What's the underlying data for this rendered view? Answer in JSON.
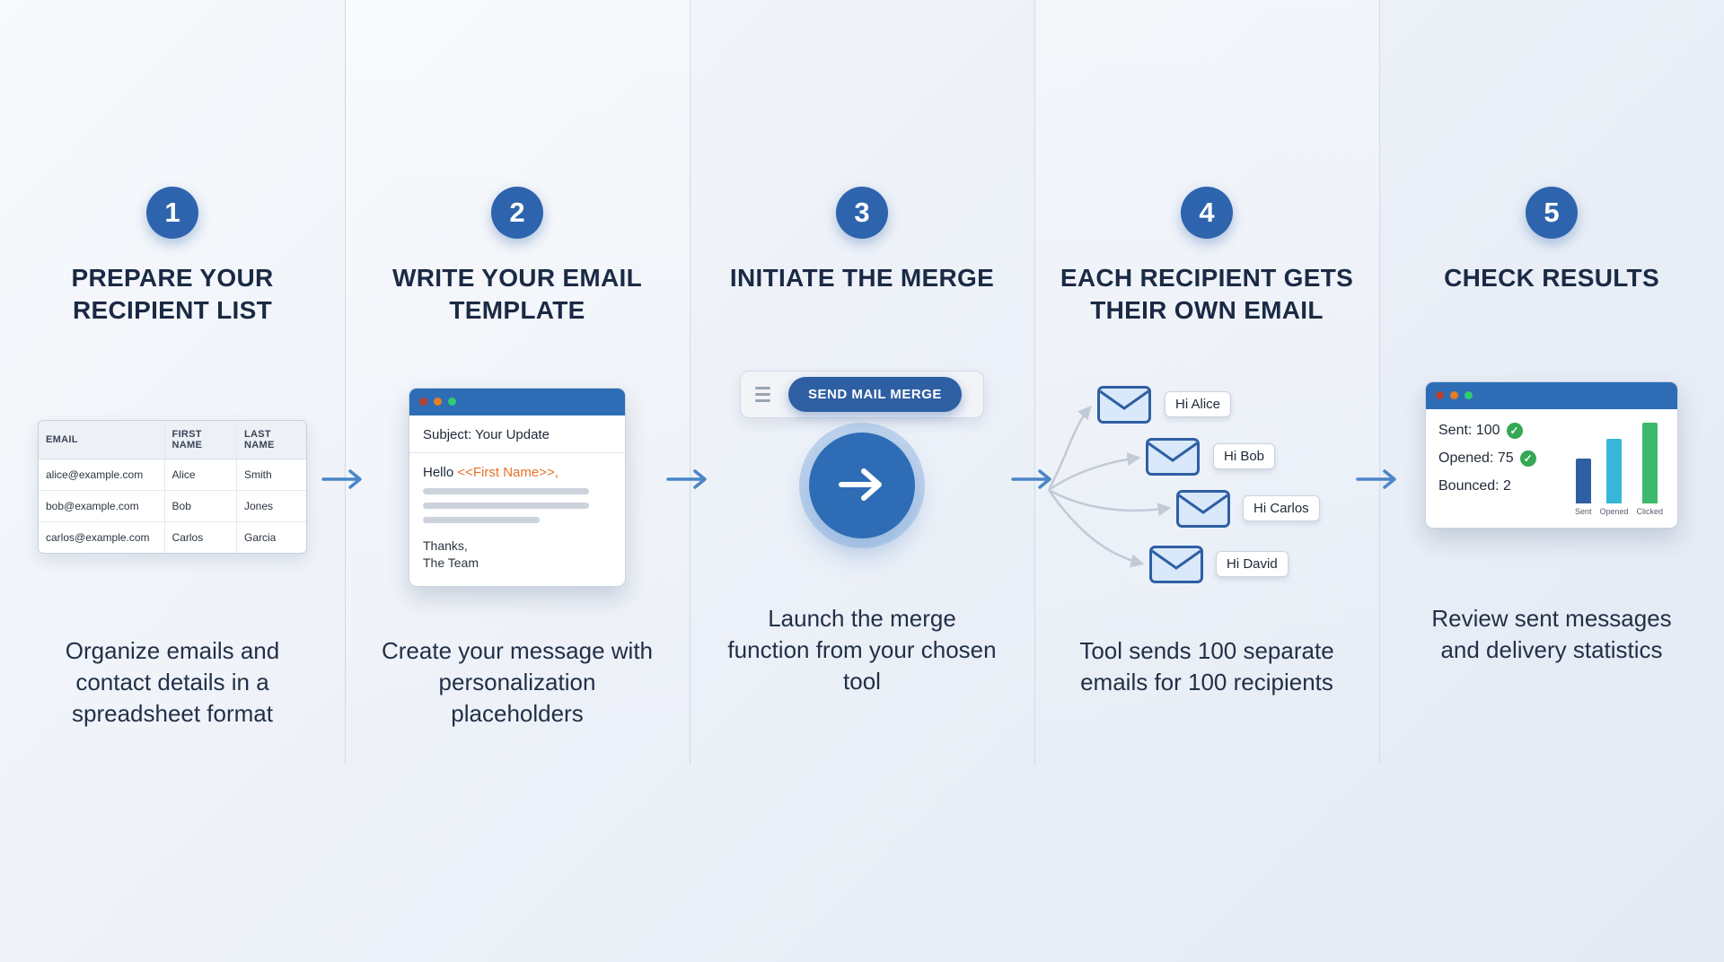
{
  "colors": {
    "accent_blue": "#2e64ad",
    "arrow_blue": "#4a86c8",
    "title_navy": "#1b2a44",
    "placeholder_orange": "#e8702a",
    "check_green": "#34a853",
    "bar_navy": "#2e5fa3",
    "bar_teal": "#38b6d8",
    "bar_green": "#3cb96b"
  },
  "icons": {
    "check": "✓"
  },
  "steps": [
    {
      "number": "1",
      "title": "PREPARE YOUR RECIPIENT LIST",
      "caption": "Organize emails and contact details in a spreadsheet format",
      "table": {
        "headers": [
          "EMAIL",
          "FIRST NAME",
          "LAST NAME"
        ],
        "rows": [
          [
            "alice@example.com",
            "Alice",
            "Smith"
          ],
          [
            "bob@example.com",
            "Bob",
            "Jones"
          ],
          [
            "carlos@example.com",
            "Carlos",
            "Garcia"
          ]
        ]
      }
    },
    {
      "number": "2",
      "title": "WRITE YOUR EMAIL TEMPLATE",
      "caption": "Create your message with personalization placeholders",
      "email": {
        "subject": "Subject: Your Update",
        "greeting": "Hello ",
        "placeholder": "<<First Name>>,",
        "signoff_line1": "Thanks,",
        "signoff_line2": "The Team"
      }
    },
    {
      "number": "3",
      "title": "INITIATE THE MERGE",
      "caption": "Launch the merge function from your chosen tool",
      "merge_button_label": "SEND MAIL MERGE"
    },
    {
      "number": "4",
      "title": "EACH RECIPIENT GETS THEIR OWN EMAIL",
      "caption": "Tool sends 100 separate emails for 100 recipients",
      "recipient_labels": [
        "Hi Alice",
        "Hi Bob",
        "Hi Carlos",
        "Hi David"
      ]
    },
    {
      "number": "5",
      "title": "CHECK RESULTS",
      "caption": "Review sent messages and delivery statistics",
      "stats": [
        {
          "label": "Sent: 100",
          "checked": true
        },
        {
          "label": "Opened: 75",
          "checked": true
        },
        {
          "label": "Bounced: 2",
          "checked": false
        }
      ],
      "chart": {
        "type": "bar",
        "categories": [
          "Sent",
          "Opened",
          "Clicked"
        ],
        "bar_heights": [
          "50px",
          "72px",
          "90px"
        ]
      }
    }
  ]
}
